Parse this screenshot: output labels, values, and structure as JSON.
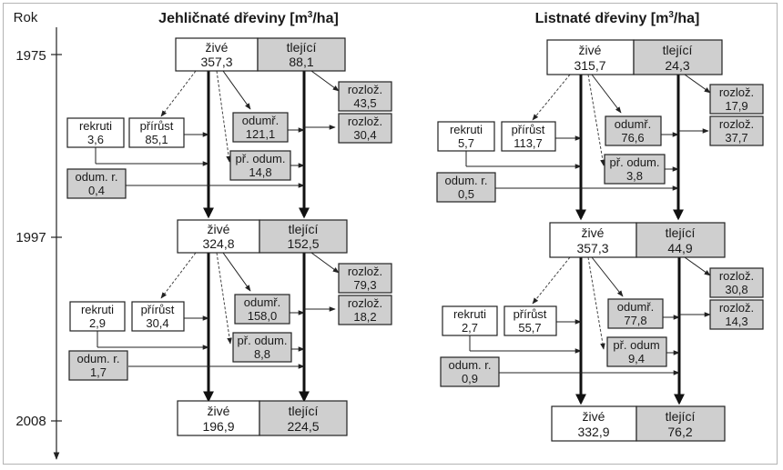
{
  "axis": {
    "title": "Rok",
    "years": [
      "1975",
      "1997",
      "2008"
    ]
  },
  "panels": [
    {
      "id": "conifer",
      "title_main": "Jehličnaté dřeviny [m",
      "title_sup": "3",
      "title_end": "/ha]",
      "periods": [
        {
          "start": {
            "live_label": "živé",
            "live_value": "357,3",
            "dead_label": "tlející",
            "dead_value": "88,1"
          },
          "recruits": {
            "label": "rekruti",
            "value": "3,6"
          },
          "increment": {
            "label": "přírůst",
            "value": "85,1"
          },
          "mortality": {
            "label": "odumř.",
            "value": "121,1"
          },
          "natural_mortality": {
            "label": "př. odum.",
            "value": "14,8"
          },
          "mortality_recruits": {
            "label": "odum. r.",
            "value": "0,4"
          },
          "decay_1": {
            "label": "rozlož.",
            "value": "43,5"
          },
          "decay_2": {
            "label": "rozlož.",
            "value": "30,4"
          }
        },
        {
          "start": {
            "live_label": "živé",
            "live_value": "324,8",
            "dead_label": "tlející",
            "dead_value": "152,5"
          },
          "recruits": {
            "label": "rekruti",
            "value": "2,9"
          },
          "increment": {
            "label": "přírůst",
            "value": "30,4"
          },
          "mortality": {
            "label": "odumř.",
            "value": "158,0"
          },
          "natural_mortality": {
            "label": "př. odum.",
            "value": "8,8"
          },
          "mortality_recruits": {
            "label": "odum. r.",
            "value": "1,7"
          },
          "decay_1": {
            "label": "rozlož.",
            "value": "79,3"
          },
          "decay_2": {
            "label": "rozlož.",
            "value": "18,2"
          }
        }
      ],
      "end": {
        "live_label": "živé",
        "live_value": "196,9",
        "dead_label": "tlející",
        "dead_value": "224,5"
      }
    },
    {
      "id": "broadleaf",
      "title_main": "Listnaté dřeviny [m",
      "title_sup": "3",
      "title_end": "/ha]",
      "periods": [
        {
          "start": {
            "live_label": "živé",
            "live_value": "315,7",
            "dead_label": "tlející",
            "dead_value": "24,3"
          },
          "recruits": {
            "label": "rekruti",
            "value": "5,7"
          },
          "increment": {
            "label": "přírůst",
            "value": "113,7"
          },
          "mortality": {
            "label": "odumř.",
            "value": "76,6"
          },
          "natural_mortality": {
            "label": "př. odum.",
            "value": "3,8"
          },
          "mortality_recruits": {
            "label": "odum. r.",
            "value": "0,5"
          },
          "decay_1": {
            "label": "rozlož.",
            "value": "17,9"
          },
          "decay_2": {
            "label": "rozlož.",
            "value": "37,7"
          }
        },
        {
          "start": {
            "live_label": "živé",
            "live_value": "357,3",
            "dead_label": "tlející",
            "dead_value": "44,9"
          },
          "recruits": {
            "label": "rekruti",
            "value": "2,7"
          },
          "increment": {
            "label": "přírůst",
            "value": "55,7"
          },
          "mortality": {
            "label": "odumř.",
            "value": "77,8"
          },
          "natural_mortality": {
            "label": "př. odum",
            "value": "9,4"
          },
          "mortality_recruits": {
            "label": "odum. r.",
            "value": "0,9"
          },
          "decay_1": {
            "label": "rozlož.",
            "value": "30,8"
          },
          "decay_2": {
            "label": "rozlož.",
            "value": "14,3"
          }
        }
      ],
      "end": {
        "live_label": "živé",
        "live_value": "332,9",
        "dead_label": "tlející",
        "dead_value": "76,2"
      }
    }
  ]
}
